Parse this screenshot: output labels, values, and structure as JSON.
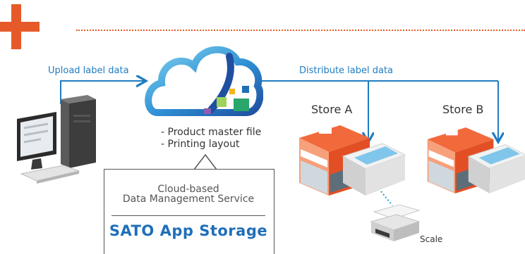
{
  "colors": {
    "accent": "#e65a2a",
    "flow": "#1f7cc0",
    "brand": "#1f6fb8"
  },
  "labels": {
    "upload": "Upload label data",
    "distribute": "Distribute label data"
  },
  "files": [
    "- Product master file",
    "- Printing layout"
  ],
  "stores": {
    "a": "Store A",
    "b": "Store B"
  },
  "service": {
    "line1": "Cloud-based",
    "line2": "Data Management Service",
    "brand": "SATO App Storage"
  },
  "scale_label": "Scale",
  "icons": [
    "plus-icon",
    "cloud-icon",
    "computer-icon",
    "store-icon",
    "label-printer-icon",
    "weighing-scale-icon"
  ]
}
